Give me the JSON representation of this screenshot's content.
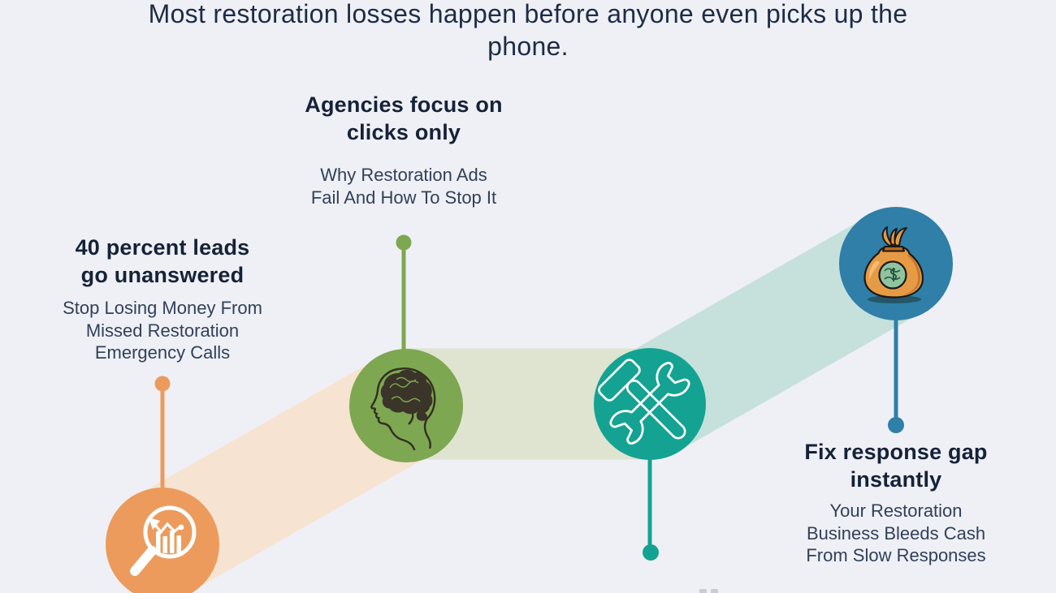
{
  "title_lines": [
    "Most restoration losses happen before anyone even picks up the",
    "phone."
  ],
  "colors": {
    "background": "#EFF0F5",
    "title_text": "#1D2C47",
    "heading_text": "#152238",
    "subtext_text": "#31405A",
    "orange": "#EC9B5C",
    "orange_band": "#F7E3D1",
    "green": "#7EA751",
    "green_band": "#DEE4D0",
    "teal": "#14A392",
    "teal_band": "#C6E1DC",
    "blue": "#2F7FA8"
  },
  "milestones": [
    {
      "heading_lines": [
        "40 percent leads",
        "go unanswered"
      ],
      "subtext_lines": [
        "Stop Losing Money From",
        "Missed Restoration",
        "Emergency Calls"
      ],
      "icon": "magnifier-chart-icon"
    },
    {
      "heading_lines": [
        "Agencies focus on",
        "clicks only"
      ],
      "subtext_lines": [
        "Why Restoration Ads",
        "Fail And How To Stop It"
      ],
      "icon": "head-brain-icon"
    },
    {
      "icon": "hammer-wrench-icon"
    },
    {
      "heading_lines": [
        "Fix response gap",
        "instantly"
      ],
      "subtext_lines": [
        "Your Restoration",
        "Business Bleeds Cash",
        "From Slow Responses"
      ],
      "icon": "money-bag-icon"
    }
  ]
}
